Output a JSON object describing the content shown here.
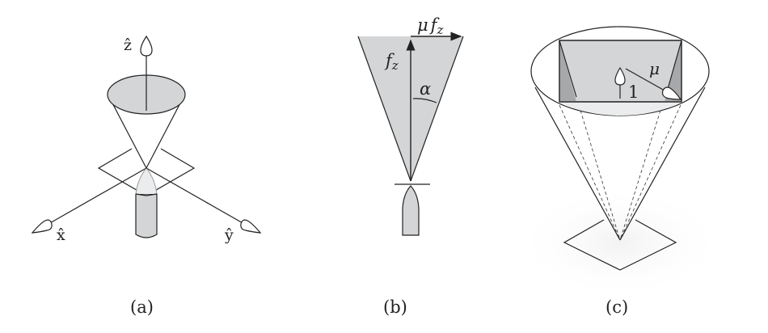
{
  "figure": {
    "panels": [
      {
        "id": "a",
        "caption": "(a)",
        "labels": {
          "z_axis": "ẑ",
          "x_axis": "x̂",
          "y_axis": "ŷ"
        }
      },
      {
        "id": "b",
        "caption": "(b)",
        "labels": {
          "normal_force": "f",
          "normal_sub": "z",
          "friction_mu": "μ",
          "friction_f": "f",
          "friction_sub": "z",
          "angle": "α"
        }
      },
      {
        "id": "c",
        "caption": "(c)",
        "labels": {
          "unit": "1",
          "mu": "μ"
        }
      }
    ],
    "colors": {
      "stroke": "#222222",
      "fill_cone": "#d4d5d7",
      "fill_dark": "#a7a8aa",
      "fill_light": "#ebecee",
      "background": "#ffffff"
    }
  }
}
